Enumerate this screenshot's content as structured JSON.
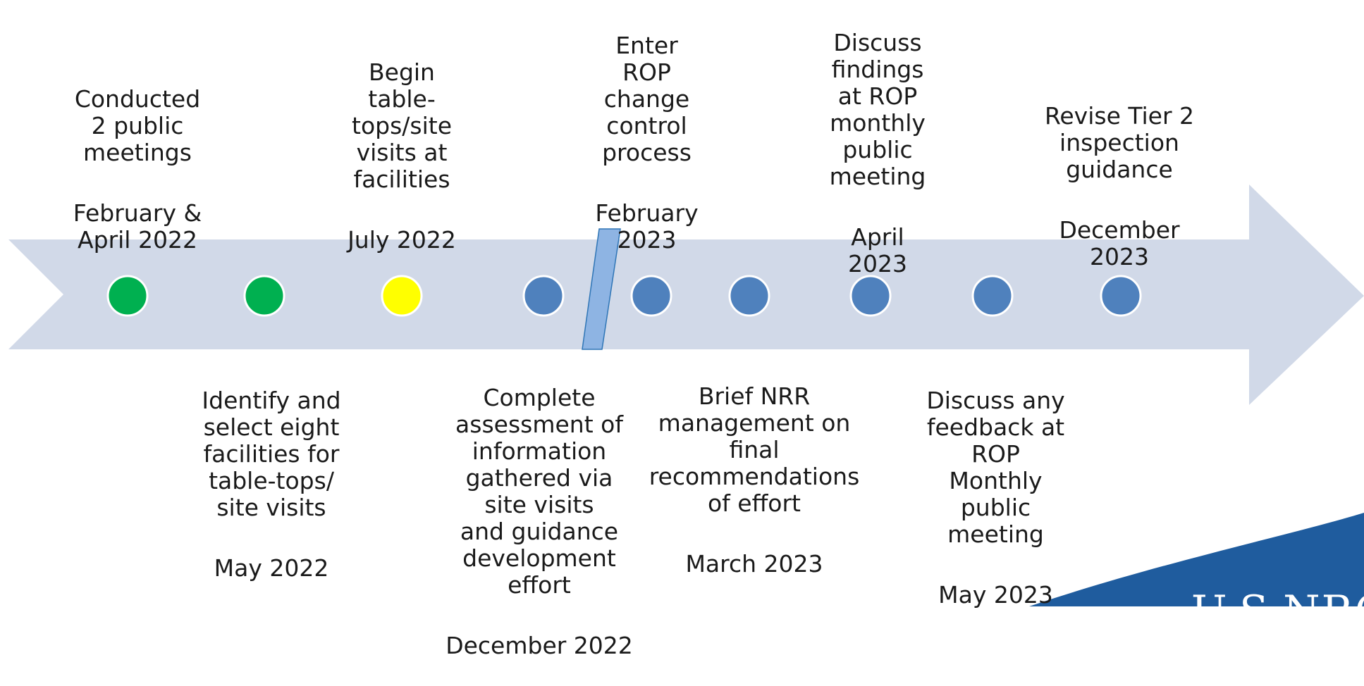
{
  "timeline": {
    "milestones_above": [
      {
        "id": "m1",
        "desc": "Conducted\n2 public\nmeetings",
        "date": "February &\nApril 2022"
      },
      {
        "id": "m3",
        "desc": "Begin\ntable-\ntops/site\nvisits at\nfacilities",
        "date": "July 2022"
      },
      {
        "id": "m5",
        "desc": "Enter\nROP\nchange\ncontrol\nprocess",
        "date": "February\n2023"
      },
      {
        "id": "m7",
        "desc": "Discuss\nfindings\nat ROP\nmonthly\npublic\nmeeting",
        "date": "April\n2023"
      },
      {
        "id": "m9",
        "desc": "Revise Tier 2\ninspection\nguidance",
        "date": "December\n2023"
      }
    ],
    "milestones_below": [
      {
        "id": "m2",
        "desc": "Identify and\nselect eight\nfacilities for\ntable-tops/\nsite visits",
        "date": "May 2022"
      },
      {
        "id": "m4",
        "desc": "Complete\nassessment of\ninformation\ngathered via\nsite visits\nand guidance\ndevelopment\neffort",
        "date": "December 2022"
      },
      {
        "id": "m6",
        "desc": "Brief NRR\nmanagement on\nfinal\nrecommendations\nof effort",
        "date": "March 2023"
      },
      {
        "id": "m8",
        "desc": "Discuss any\nfeedback at\nROP\nMonthly\npublic\nmeeting",
        "date": "May 2023"
      }
    ],
    "dot_status": [
      "completed",
      "completed",
      "in-progress",
      "planned",
      "planned",
      "planned",
      "planned",
      "planned",
      "planned"
    ]
  },
  "colors": {
    "arrow": "#D1D9E8",
    "completed": "#00B050",
    "in-progress": "#FFFF00",
    "planned": "#4F81BD",
    "dot_stroke": "#FFFFFF",
    "break_marker_fill": "#8EB4E3",
    "break_marker_stroke": "#2E75B6",
    "logo_band": "#1F5C9E"
  },
  "logo": {
    "text": "U.S.NRC"
  }
}
